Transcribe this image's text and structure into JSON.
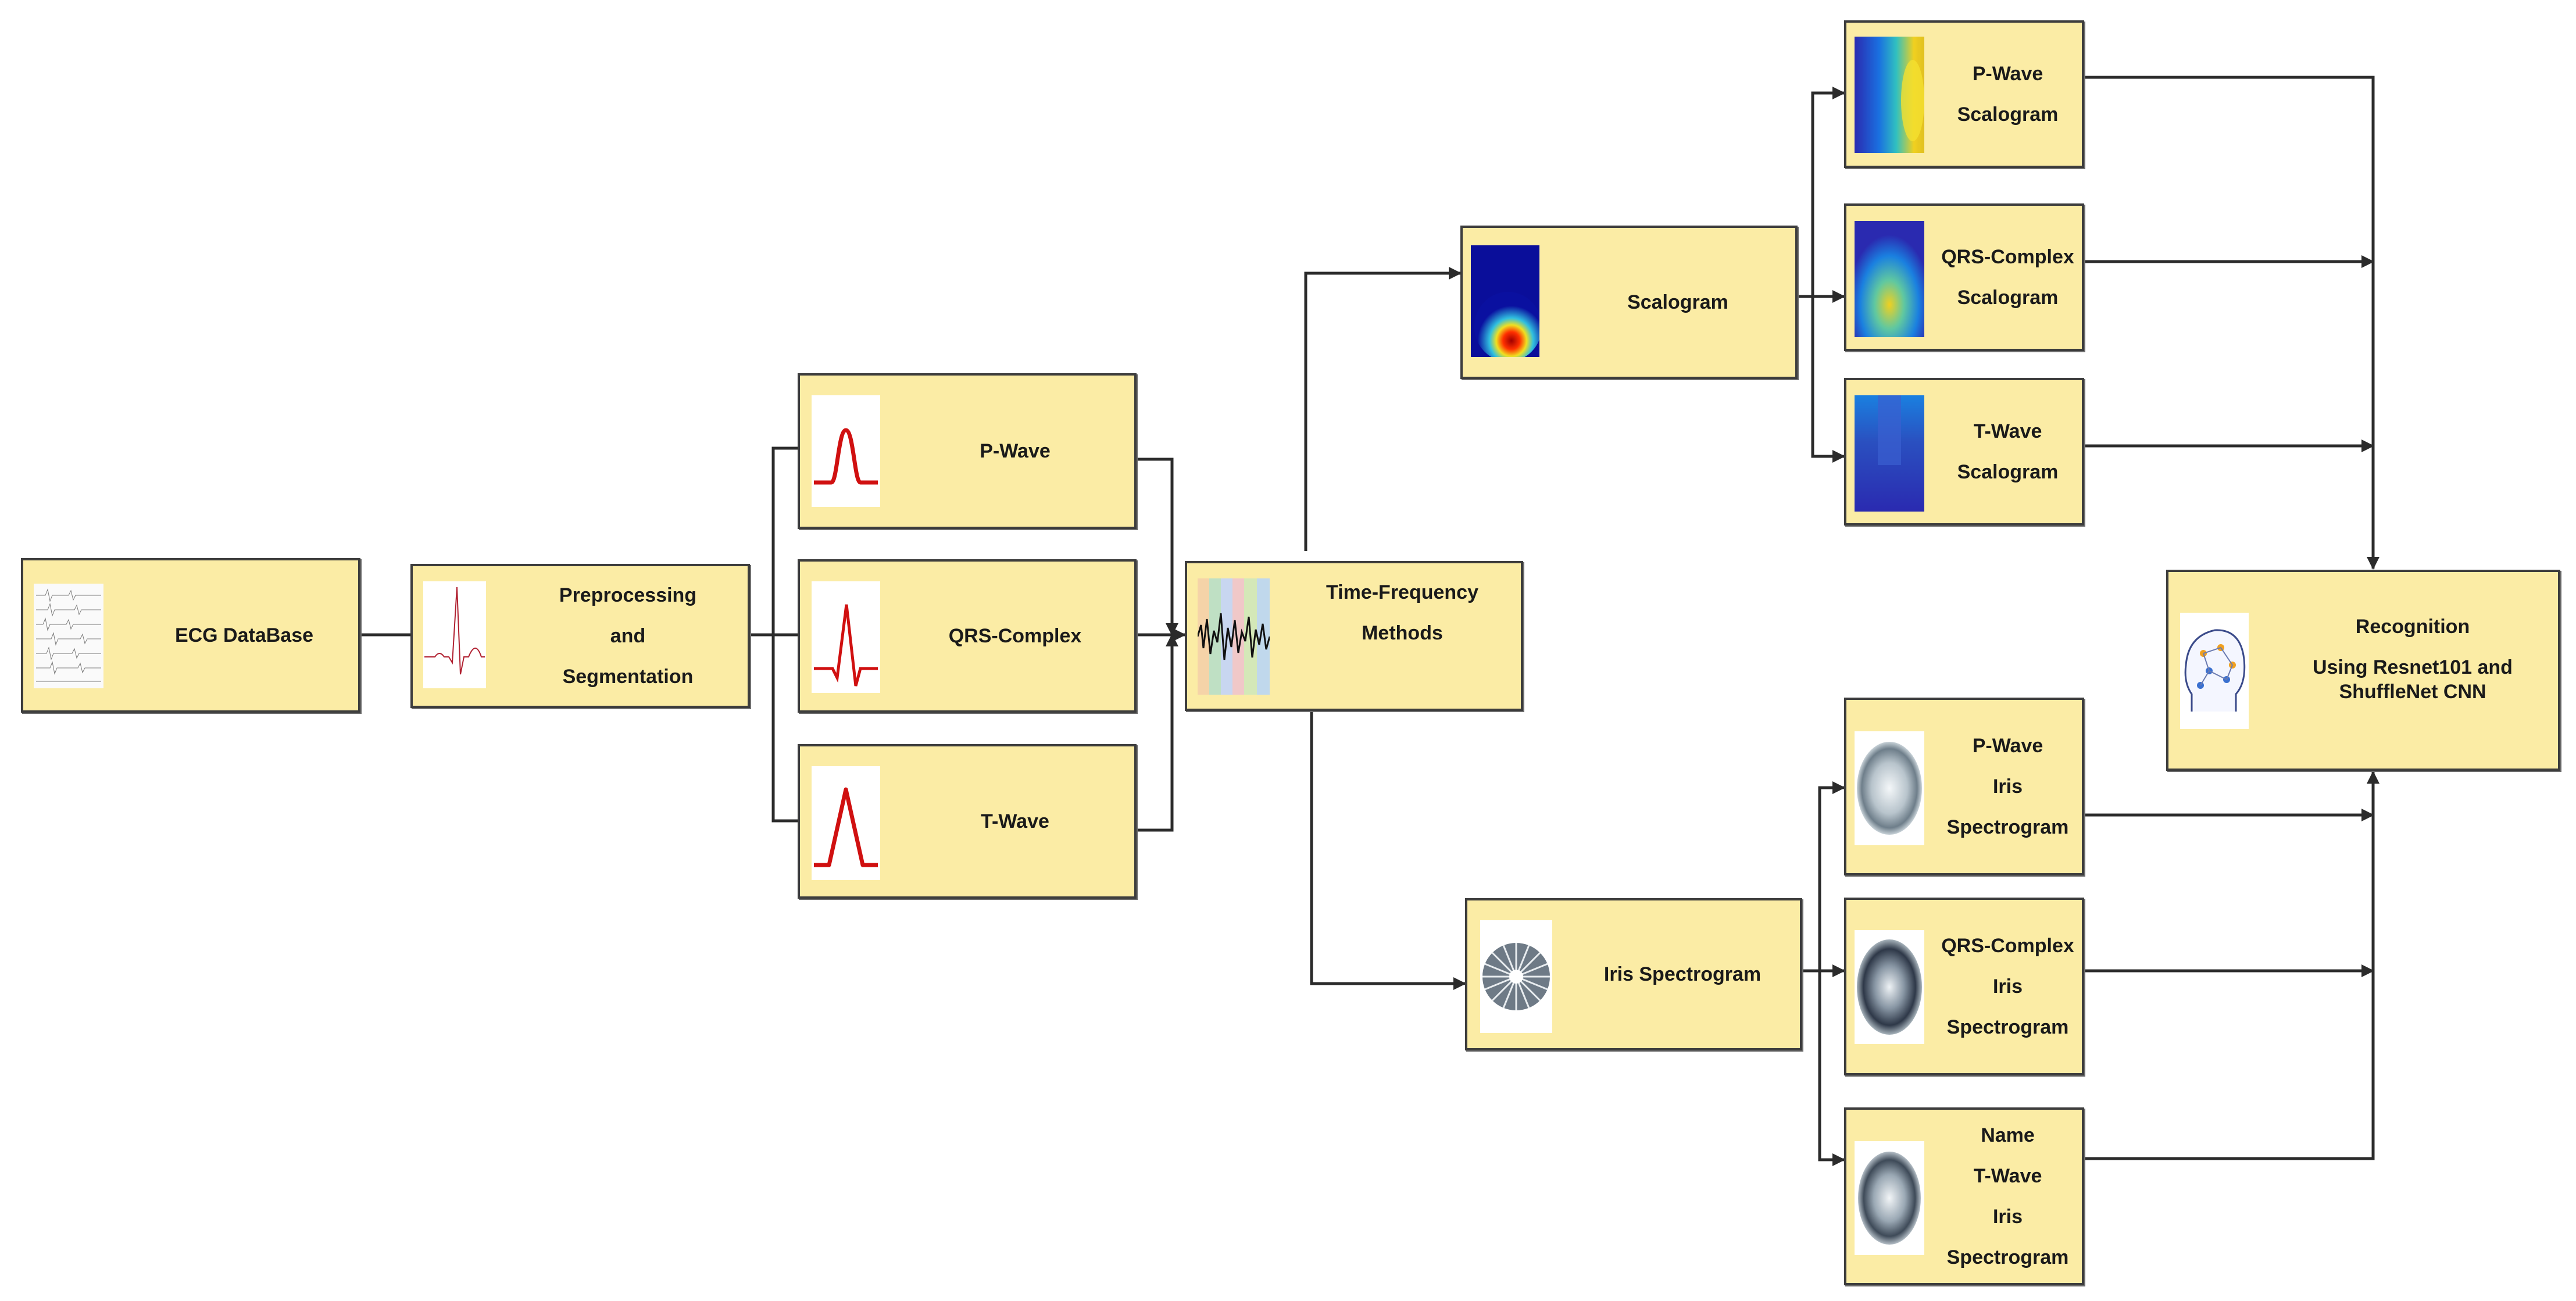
{
  "nodes": {
    "ecg_database": {
      "lines": [
        "ECG DataBase"
      ]
    },
    "preprocessing": {
      "lines": [
        "Preprocessing",
        "and",
        "Segmentation"
      ]
    },
    "p_wave": {
      "lines": [
        "P-Wave"
      ]
    },
    "qrs_complex": {
      "lines": [
        "QRS-Complex"
      ]
    },
    "t_wave": {
      "lines": [
        "T-Wave"
      ]
    },
    "time_frequency": {
      "lines": [
        "Time-Frequency",
        "Methods"
      ]
    },
    "scalogram": {
      "lines": [
        "Scalogram"
      ]
    },
    "iris_spectrogram": {
      "lines": [
        "Iris Spectrogram"
      ]
    },
    "p_wave_scalogram": {
      "lines": [
        "P-Wave",
        "Scalogram"
      ]
    },
    "qrs_scalogram": {
      "lines": [
        "QRS-Complex",
        "Scalogram"
      ]
    },
    "t_wave_scalogram": {
      "lines": [
        "T-Wave",
        "Scalogram"
      ]
    },
    "p_wave_iris": {
      "lines": [
        "P-Wave",
        "Iris",
        "Spectrogram"
      ]
    },
    "qrs_iris": {
      "lines": [
        "QRS-Complex",
        "Iris",
        "Spectrogram"
      ]
    },
    "t_wave_iris": {
      "lines": [
        "Name",
        "T-Wave",
        "Iris",
        "Spectrogram"
      ]
    },
    "recognition": {
      "lines": [
        "Recognition",
        "Using Resnet101 and",
        "ShuffleNet CNN"
      ]
    }
  },
  "colors": {
    "box_fill": "#fbeca5",
    "box_border": "#3d3d3d",
    "connector": "#2b2b2b",
    "wave": "#d01010"
  },
  "icons": {
    "ecg_database": "ecg-records-icon",
    "preprocessing": "ecg-beat-icon",
    "p_wave": "p-wave-icon",
    "qrs_complex": "qrs-complex-icon",
    "t_wave": "t-wave-icon",
    "time_frequency": "signal-waveform-icon",
    "scalogram": "scalogram-heatmap-icon",
    "iris_spectrogram": "iris-spectrogram-icon",
    "recognition": "brain-network-icon"
  }
}
